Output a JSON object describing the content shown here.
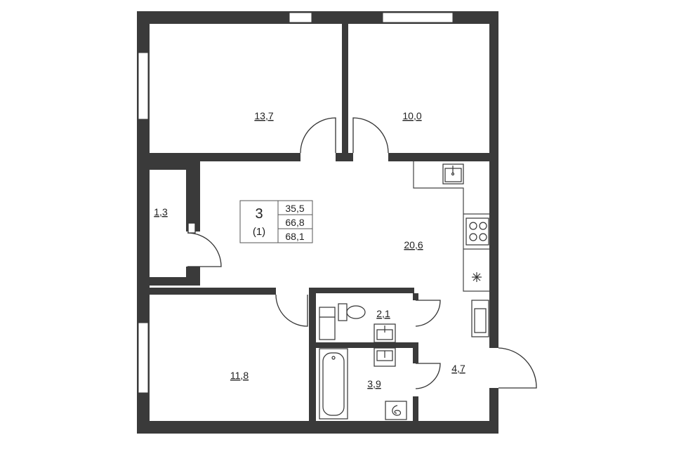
{
  "rooms": [
    {
      "id": "bedroom-top-left",
      "area": "13,7"
    },
    {
      "id": "bedroom-top-right",
      "area": "10,0"
    },
    {
      "id": "storage",
      "area": "1,3"
    },
    {
      "id": "living-kitchen",
      "area": "20,6"
    },
    {
      "id": "toilet",
      "area": "2,1"
    },
    {
      "id": "bedroom-bottom",
      "area": "11,8"
    },
    {
      "id": "bathroom",
      "area": "3,9"
    },
    {
      "id": "hallway",
      "area": "4,7"
    }
  ],
  "summary": {
    "rooms_count": "3",
    "rooms_sub": "(1)",
    "living_area": "35,5",
    "total_area": "66,8",
    "total_area_with_balcony": "68,1"
  },
  "colors": {
    "wall": "#3a3a3a",
    "line": "#555555",
    "background": "#ffffff"
  },
  "icons": [
    "sink-icon",
    "stove-icon",
    "fridge-icon",
    "toilet-icon",
    "bathtub-icon",
    "boiler-icon",
    "washbasin-icon"
  ]
}
